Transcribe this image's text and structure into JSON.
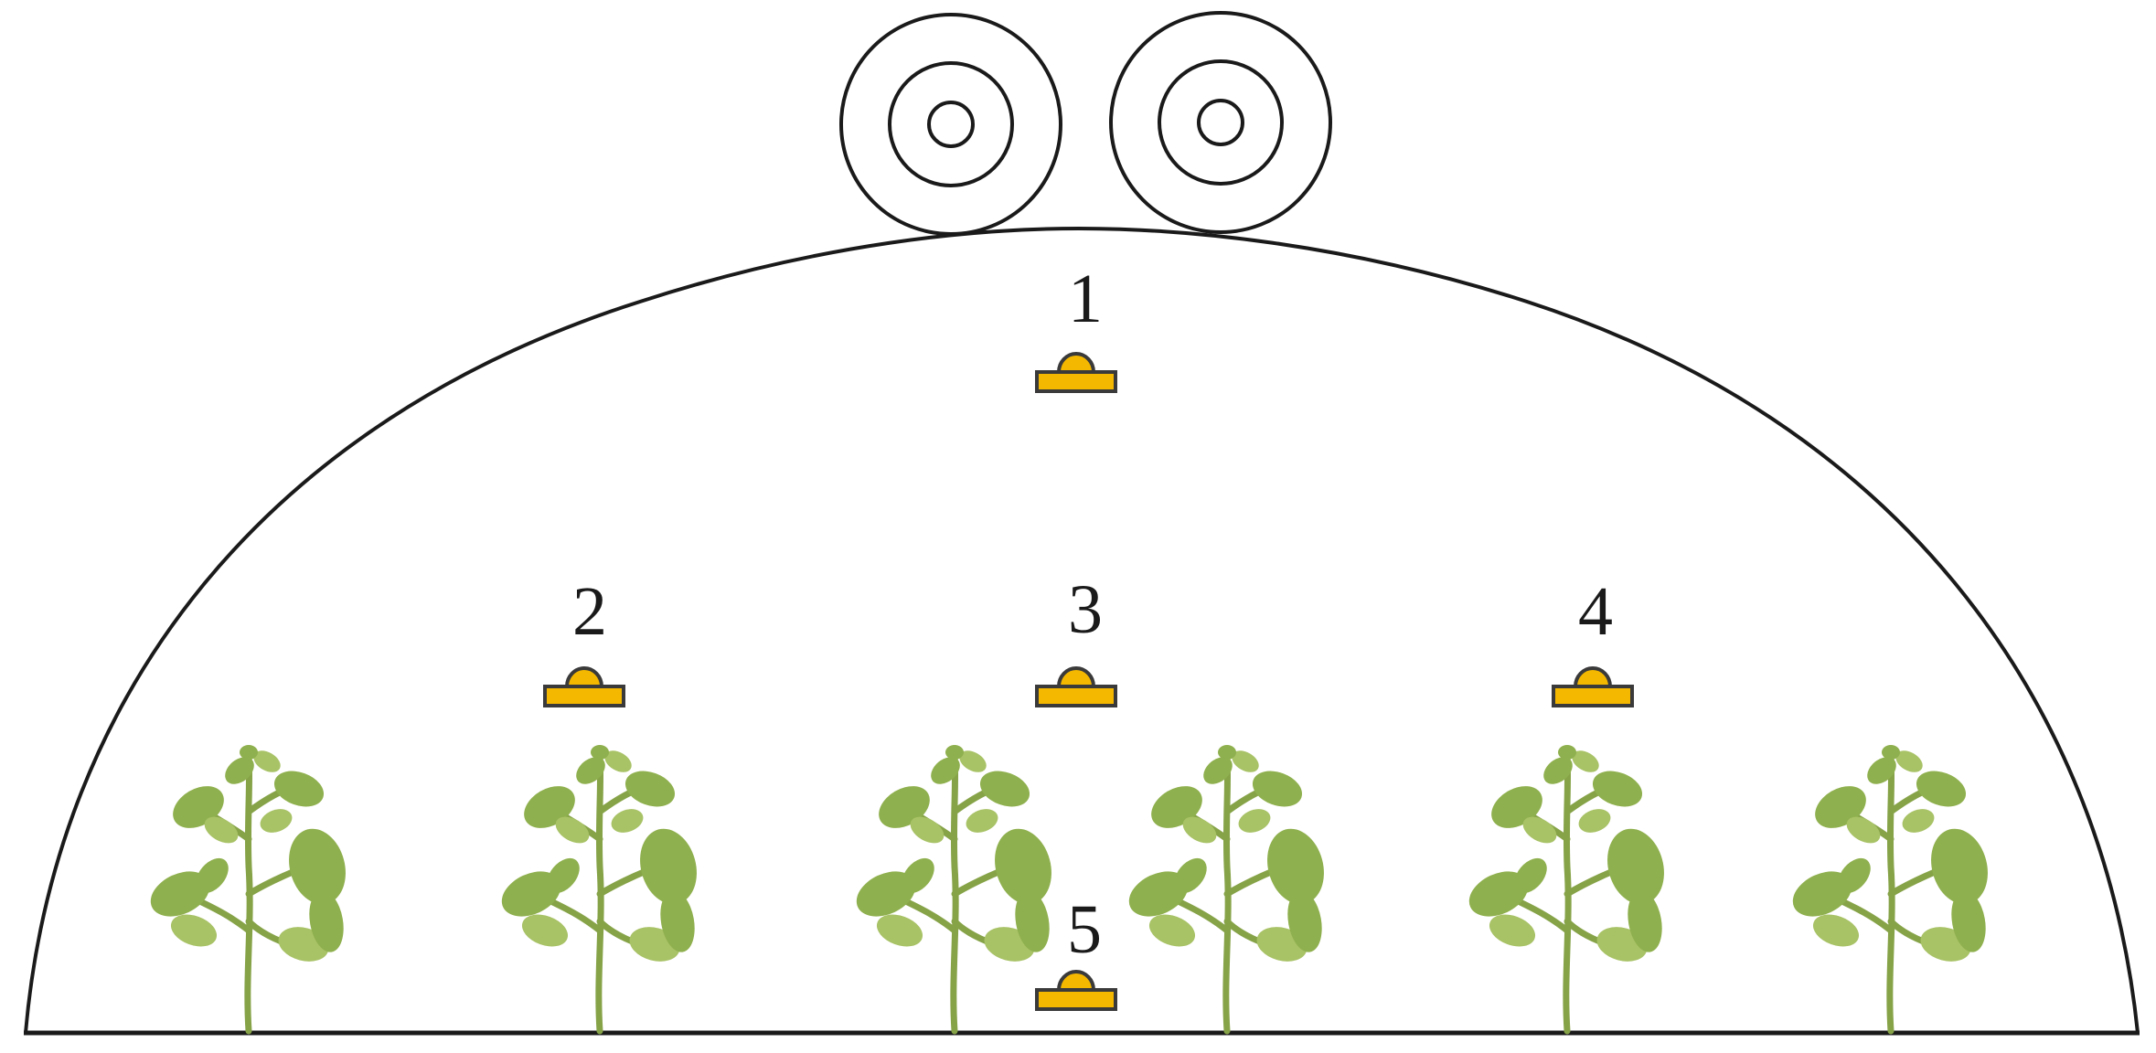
{
  "labels": {
    "sensor_1": "1",
    "sensor_2": "2",
    "sensor_3": "3",
    "sensor_4": "4",
    "sensor_5": "5"
  },
  "colors": {
    "sensor_fill": "#f5b800",
    "sensor_outline": "#3a3a3a",
    "outline": "#1a1a1a",
    "plant_leaf": "#8fb04e",
    "plant_leaf_light": "#a8c266",
    "plant_stem": "#86a348"
  },
  "icons": {
    "sensor": "sensor-icon",
    "roll": "film-roll-icon",
    "plant": "tomato-plant-icon"
  }
}
